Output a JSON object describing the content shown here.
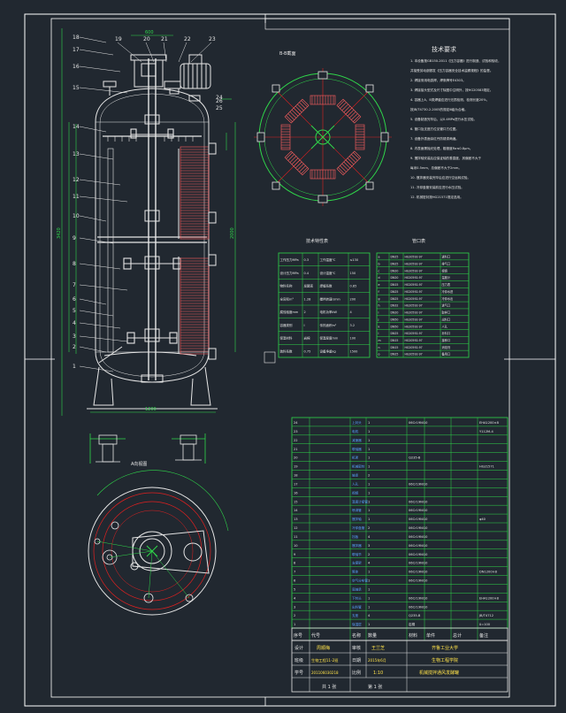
{
  "colors": {
    "background": "#212830",
    "frame": "#ffffff",
    "drawing": "#e6e6e6",
    "dimension": "#2fd84a",
    "table": "#2fd84a",
    "sectionRed": "#e02020",
    "coilRed": "#ff6060",
    "blueText": "#5aa0ff",
    "yellowText": "#ffe24a"
  },
  "views": {
    "section_bb": "B-B截面",
    "view_a": "A向视图",
    "tech_title": "技术要求"
  },
  "tech_requirements": [
    "1. 本设备按GB150-2011《压力容器》进行制造、试验和验收，",
    "并接受劳动部颁发《压力容器安全技术监察规程》的监督。",
    "2. 焊接采用电弧焊，焊条牌号E4303。",
    "3. 焊接接头型式及尺寸除图中注明外，按HG20583规定。",
    "4. 容器上A、B类焊缝应进行无损检测，检测长度20%，",
    "按JB/T4730.2-2005的规定Ⅲ级为合格。",
    "5. 设备制造完毕后，以0.4MPa进行水压试验。",
    "6. 管口及支座方位见管口方位图。",
    "7. 设备外表面涂红丹防锈漆两遍。",
    "8. 内表面需抛光处理，粗糙度Ra≤0.8μm。",
    "9. 搅拌轴安装后应保证轴的垂直度，其偏差不大于",
    "每米0.5mm，总偏差不大于2mm。",
    "10. 搅拌器安装完毕后应进行空运转试验。",
    "11. 冷却盘管安装前应进行水压试验。",
    "12. 机械密封按HG21571规定选用。"
  ],
  "design_table": {
    "title": "技术特性表",
    "rows": [
      [
        "工作压力MPa",
        "0.3",
        "工作温度℃",
        "≤130"
      ],
      [
        "设计压力MPa",
        "0.4",
        "设计温度℃",
        "150"
      ],
      [
        "物料名称",
        "发酵液",
        "焊缝系数",
        "0.85"
      ],
      [
        "全容积m³",
        "1.28",
        "搅拌转速r/min",
        "200"
      ],
      [
        "腐蚀裕度mm",
        "2",
        "电机功率kW",
        "4"
      ],
      [
        "容器类别",
        "Ⅰ",
        "传热面积m²",
        "3.2"
      ],
      [
        "保温材料",
        "岩棉",
        "保温厚度mm",
        "100"
      ],
      [
        "装料系数",
        "0.75",
        "设备净重kg",
        "1500"
      ]
    ]
  },
  "nozzle_table": {
    "title": "管口表",
    "rows": [
      [
        "a",
        "DN25",
        "HG20592-97",
        "进料口"
      ],
      [
        "b",
        "DN25",
        "HG20592-97",
        "排气口"
      ],
      [
        "c",
        "DN20",
        "HG20592-97",
        "视镜"
      ],
      [
        "d",
        "DN20",
        "HG20592-97",
        "温度计"
      ],
      [
        "e",
        "DN15",
        "HG20592-97",
        "压力表"
      ],
      [
        "f",
        "DN25",
        "HG20592-97",
        "冷却水进"
      ],
      [
        "g",
        "DN25",
        "HG20592-97",
        "冷却水出"
      ],
      [
        "h",
        "DN32",
        "HG20592-97",
        "进气口"
      ],
      [
        "i",
        "DN20",
        "HG20592-97",
        "取样口"
      ],
      [
        "j",
        "DN50",
        "HG20592-97",
        "出料口"
      ],
      [
        "k",
        "DN50",
        "HG20592-97",
        "人孔"
      ],
      [
        "l",
        "DN25",
        "HG20592-97",
        "补料口"
      ],
      [
        "m",
        "DN15",
        "HG20592-97",
        "接种口"
      ],
      [
        "n",
        "DN15",
        "HG20592-97",
        "消泡剂"
      ],
      [
        "o",
        "DN25",
        "HG20592-97",
        "备用口"
      ]
    ]
  },
  "parts_list": [
    [
      "24",
      "上封头",
      "1",
      "06Cr19Ni10",
      "EHA1200×8"
    ],
    [
      "23",
      "电机",
      "1",
      "",
      "Y112M-4"
    ],
    [
      "22",
      "减速器",
      "1",
      "",
      ""
    ],
    [
      "21",
      "联轴器",
      "1",
      "",
      ""
    ],
    [
      "20",
      "机架",
      "1",
      "Q235-B",
      ""
    ],
    [
      "19",
      "机械密封",
      "1",
      "",
      "HG21571"
    ],
    [
      "18",
      "轴承",
      "2",
      "",
      ""
    ],
    [
      "17",
      "人孔",
      "1",
      "06Cr19Ni10",
      ""
    ],
    [
      "16",
      "视镜",
      "1",
      "",
      ""
    ],
    [
      "15",
      "温度计接管",
      "1",
      "06Cr19Ni10",
      ""
    ],
    [
      "14",
      "喷淋管",
      "1",
      "06Cr19Ni10",
      ""
    ],
    [
      "13",
      "搅拌轴",
      "1",
      "06Cr19Ni10",
      "φ40"
    ],
    [
      "12",
      "冷却盘管",
      "2",
      "06Cr19Ni10",
      ""
    ],
    [
      "11",
      "挡板",
      "4",
      "06Cr19Ni10",
      ""
    ],
    [
      "10",
      "搅拌器",
      "3",
      "06Cr19Ni10",
      ""
    ],
    [
      "9",
      "联轴节",
      "2",
      "06Cr19Ni10",
      ""
    ],
    [
      "8",
      "支撑架",
      "4",
      "06Cr19Ni10",
      ""
    ],
    [
      "7",
      "筒体",
      "1",
      "06Cr19Ni10",
      "DN1200×8"
    ],
    [
      "6",
      "空气分布管",
      "1",
      "06Cr19Ni10",
      ""
    ],
    [
      "5",
      "底轴承",
      "1",
      "",
      ""
    ],
    [
      "4",
      "下封头",
      "1",
      "06Cr19Ni10",
      "EHA1200×8"
    ],
    [
      "3",
      "出料管",
      "1",
      "06Cr19Ni10",
      ""
    ],
    [
      "2",
      "支座",
      "4",
      "Q235-B",
      "JB/T4712"
    ],
    [
      "1",
      "保温层",
      "1",
      "岩棉",
      "δ=100"
    ]
  ],
  "parts_header": [
    "序号",
    "代号",
    "名称",
    "数量",
    "材料",
    "单件",
    "总计",
    "备注"
  ],
  "title_block": {
    "designer_label": "设计",
    "designer": "周顺梅",
    "checker_label": "审核",
    "checker": "王兰芝",
    "class_label": "班级",
    "class": "生物工程11-2班",
    "date_label": "日期",
    "date": "2015年6月",
    "id_label": "学号",
    "id": "201106030218",
    "scale_label": "比例",
    "scale": "1:10",
    "school": "齐鲁工业大学",
    "dept": "生物工程学院",
    "drawing_name": "机械搅拌通风发酵罐",
    "sheet": "共 1 张",
    "page": "第 1 张"
  },
  "balloons": [
    "18",
    "17",
    "16",
    "15",
    "14",
    "13",
    "12",
    "11",
    "10",
    "9",
    "8",
    "7",
    "6",
    "5",
    "4",
    "3",
    "2",
    "1"
  ],
  "top_balloons": [
    "19",
    "20",
    "21",
    "22",
    "23"
  ],
  "right_balloons": [
    "24",
    "25",
    "26"
  ],
  "dims": {
    "overall_height": "3420",
    "cylinder_height": "2000",
    "diameter": "1200",
    "top_width": "600"
  }
}
